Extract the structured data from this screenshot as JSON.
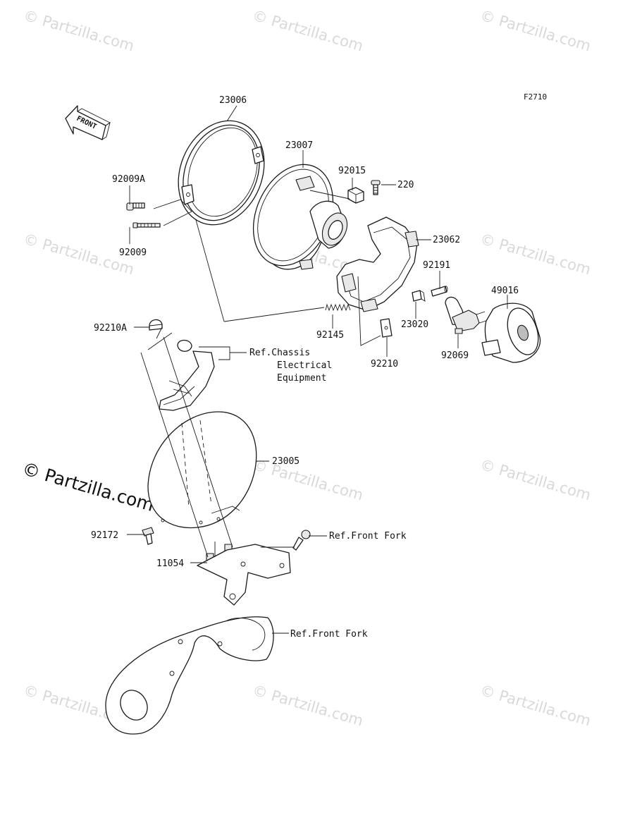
{
  "figure_code": "F2710",
  "front_arrow_label": "FRONT",
  "watermark_text": "© Partzilla.com",
  "watermark_large_text": "© Partzilla.com",
  "parts": {
    "p23006": "23006",
    "p23007": "23007",
    "p92015": "92015",
    "p220": "220",
    "p92009A": "92009A",
    "p92009": "92009",
    "p23062": "23062",
    "p92191": "92191",
    "p49016": "49016",
    "p92210A": "92210A",
    "p92145": "92145",
    "p23020": "23020",
    "p92210": "92210",
    "p92069": "92069",
    "p23005": "23005",
    "p92172": "92172",
    "p11054": "11054"
  },
  "refs": {
    "chassis_1": "Ref.Chassis",
    "chassis_2": "Electrical",
    "chassis_3": "Equipment",
    "front_fork_upper": "Ref.Front Fork",
    "front_fork_lower": "Ref.Front Fork"
  }
}
